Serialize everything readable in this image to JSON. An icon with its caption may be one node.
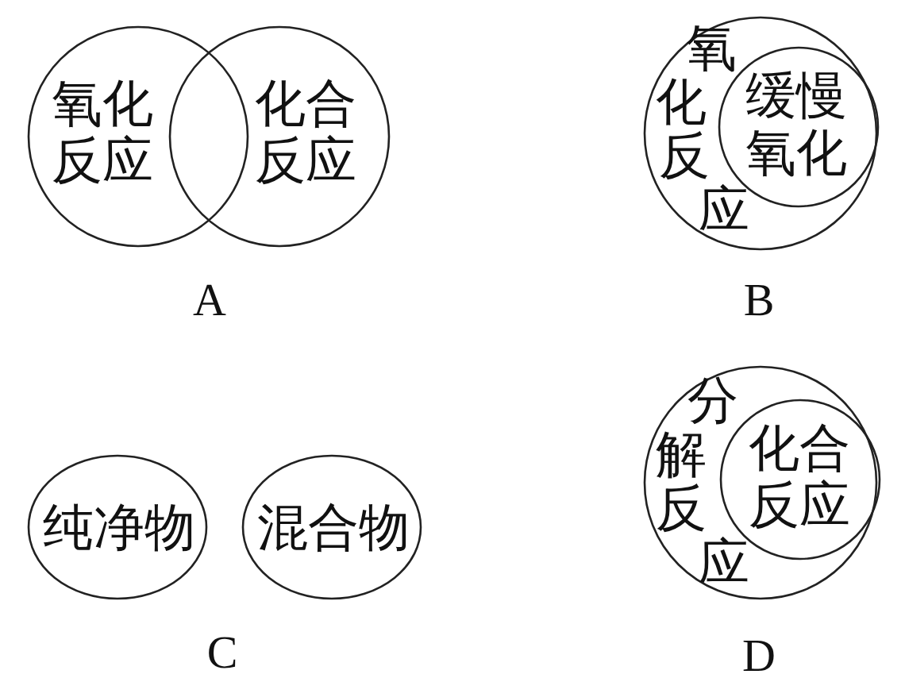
{
  "diagram": {
    "nodes": [
      {
        "text": [
          "氧化反应"
        ]
      },
      {
        "text": [
          "化合反应"
        ]
      },
      {
        "text": [
          "氧化反应"
        ]
      },
      {
        "text": [
          "缓慢氧化"
        ],
        "in": 2
      },
      {
        "text": [
          "纯净物"
        ]
      },
      {
        "text": [
          "混合物"
        ]
      },
      {
        "text": [
          "分解反应"
        ]
      },
      {
        "text": [
          "化合反应"
        ],
        "in": 6
      }
    ],
    "labels": [
      "A",
      "B",
      "C",
      "D"
    ]
  }
}
